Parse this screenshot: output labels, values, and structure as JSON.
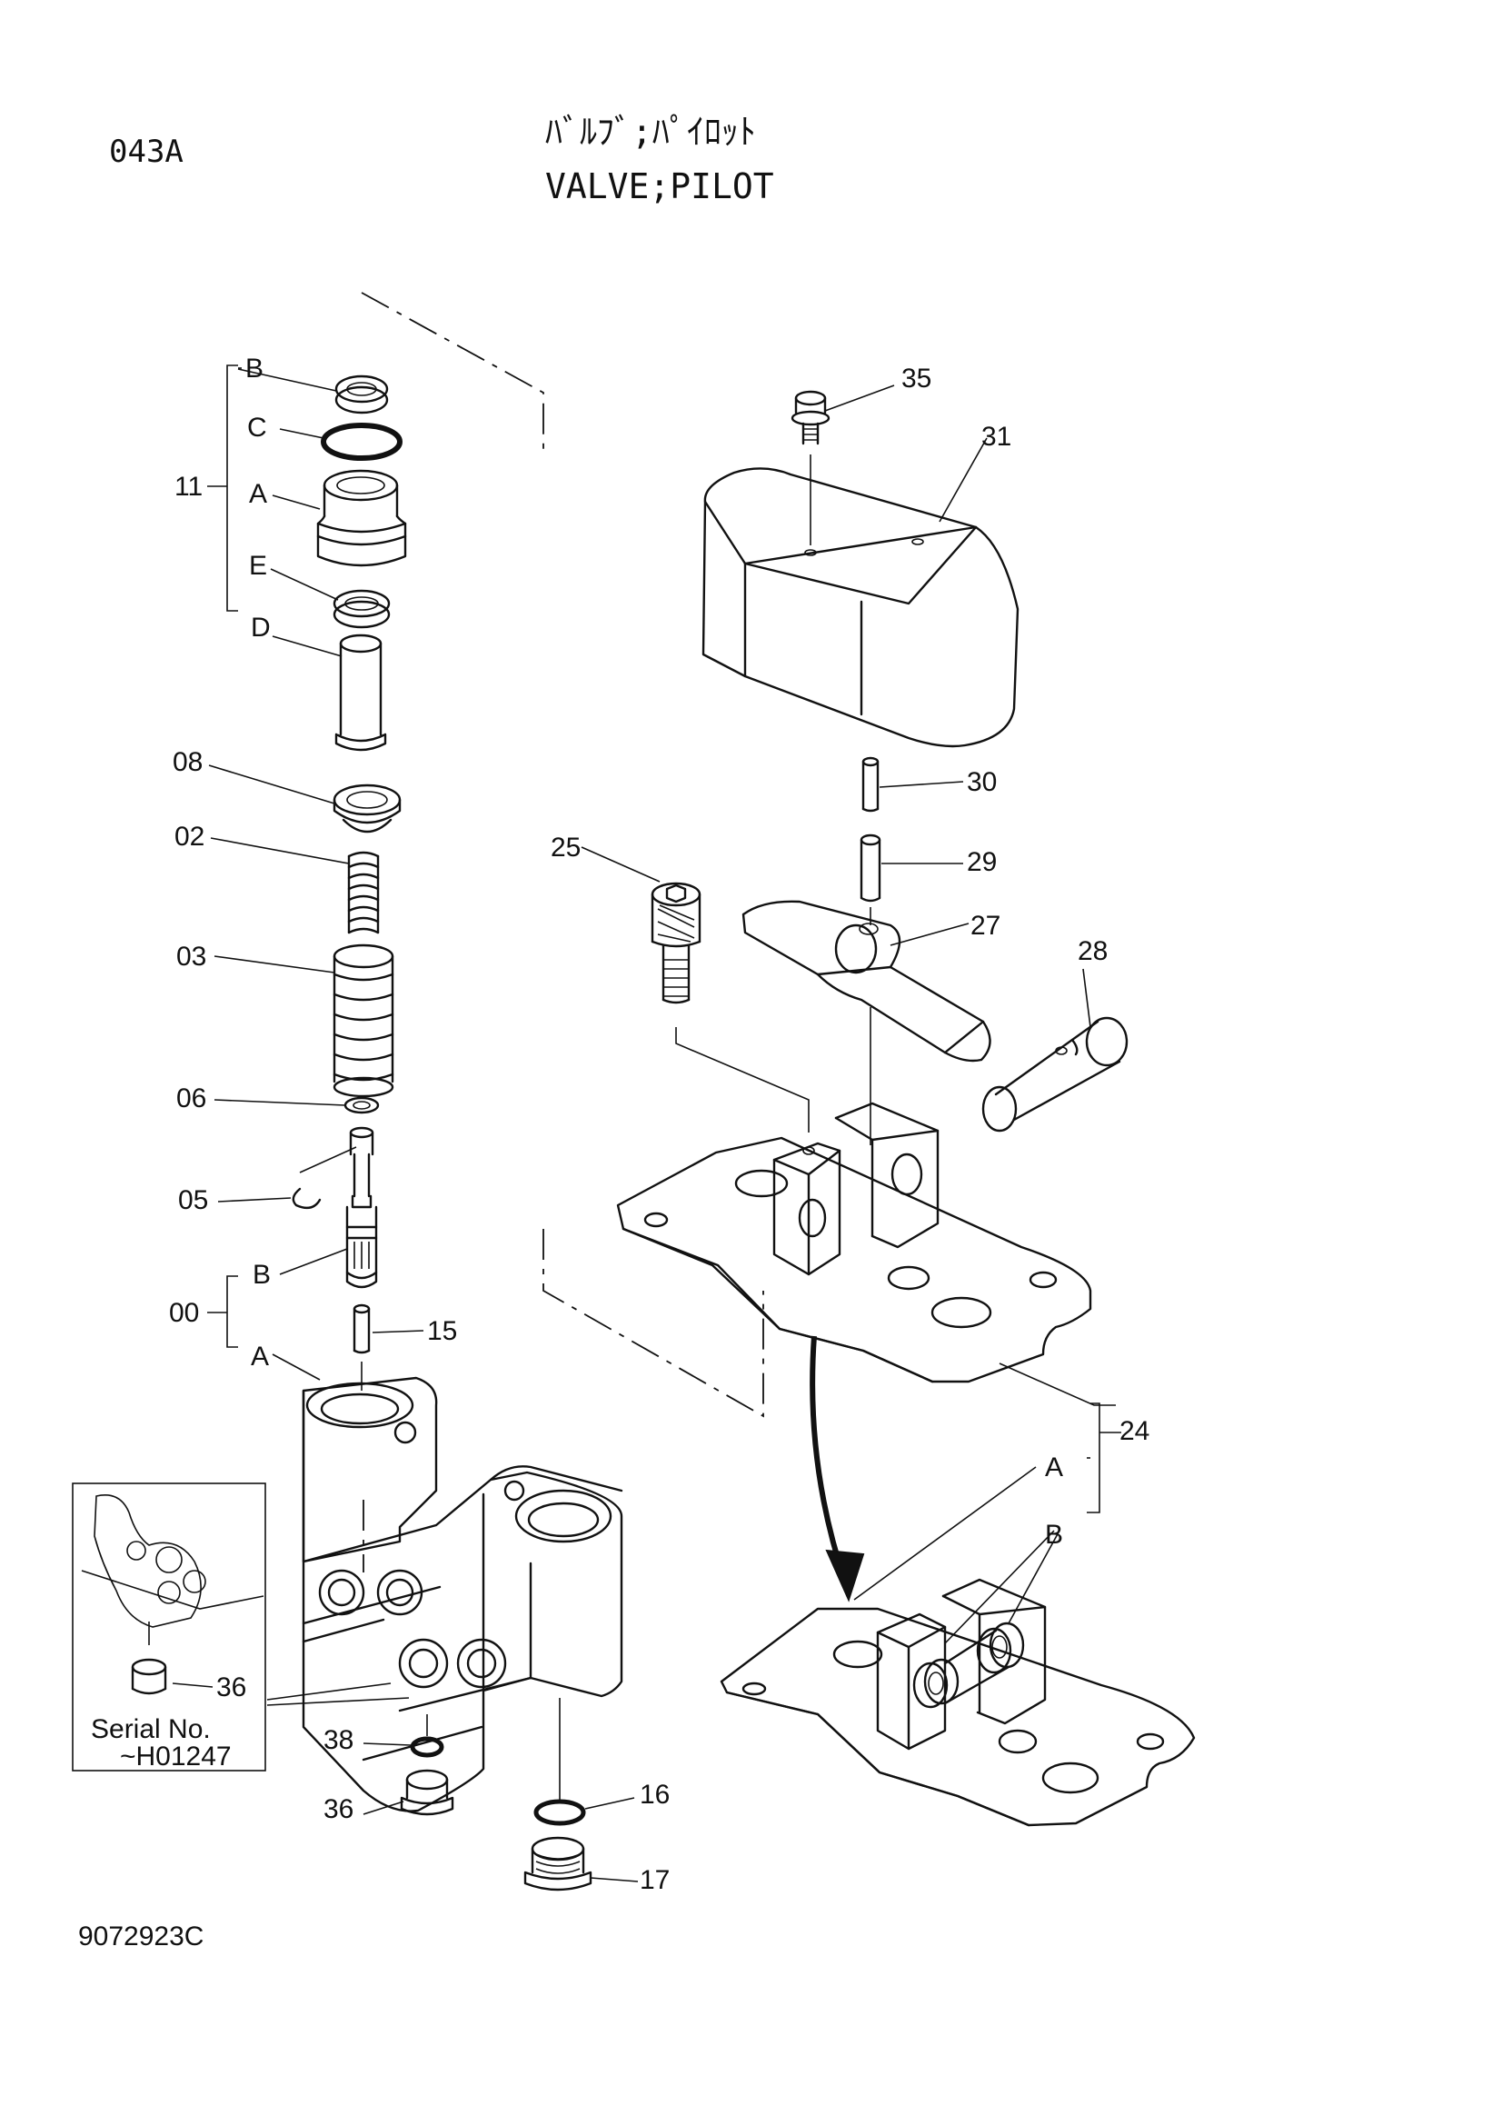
{
  "header": {
    "code": "043A",
    "title_jp": "ﾊﾞﾙﾌﾞ;ﾊﾟｲﾛｯﾄ",
    "title_en": "VALVE;PILOT",
    "drawing_number": "9072923C"
  },
  "labels": {
    "l11": "11",
    "lB1": "B",
    "lC": "C",
    "lA1": "A",
    "lE": "E",
    "lD": "D",
    "l08": "08",
    "l02": "02",
    "l03": "03",
    "l06": "06",
    "l05": "05",
    "l00": "00",
    "lB2": "B",
    "lA2": "A",
    "l15": "15",
    "l35": "35",
    "l31": "31",
    "l30": "30",
    "l29": "29",
    "l25": "25",
    "l27": "27",
    "l28": "28",
    "l24": "24",
    "lA3": "A",
    "lB3": "B",
    "l36a": "36",
    "l38": "38",
    "l36b": "36",
    "l16": "16",
    "l17": "17"
  },
  "inset": {
    "serial_label": "Serial No.",
    "serial_range": "~H01247"
  }
}
